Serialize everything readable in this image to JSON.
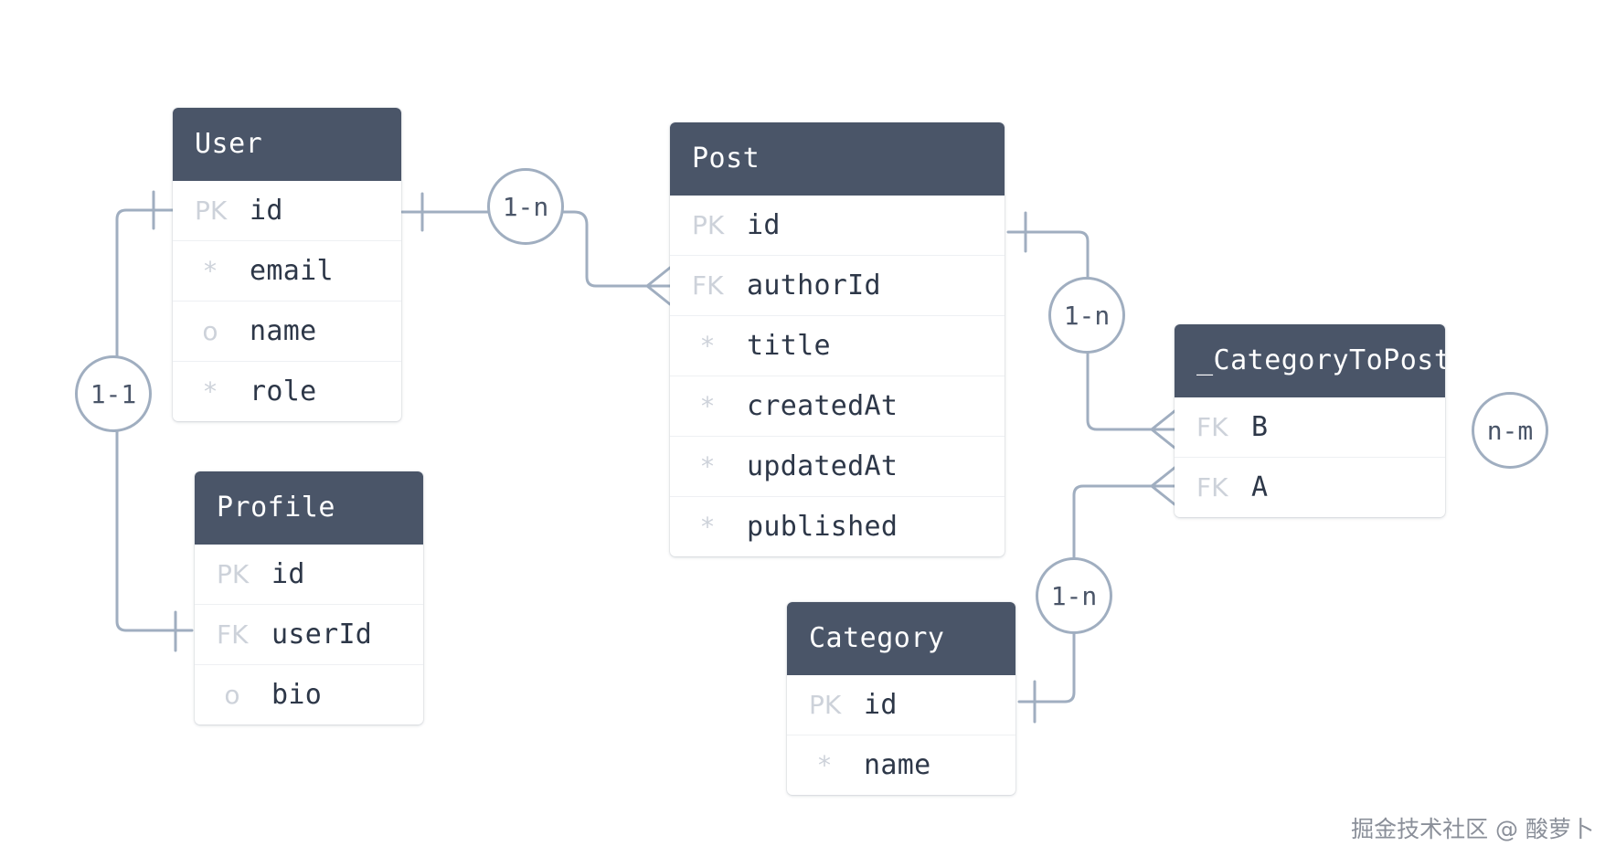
{
  "tables": {
    "user": {
      "name": "User",
      "rows": [
        {
          "key": "PK",
          "field": "id"
        },
        {
          "key": "*",
          "field": "email"
        },
        {
          "key": "o",
          "field": "name"
        },
        {
          "key": "*",
          "field": "role"
        }
      ]
    },
    "profile": {
      "name": "Profile",
      "rows": [
        {
          "key": "PK",
          "field": "id"
        },
        {
          "key": "FK",
          "field": "userId"
        },
        {
          "key": "o",
          "field": "bio"
        }
      ]
    },
    "post": {
      "name": "Post",
      "rows": [
        {
          "key": "PK",
          "field": "id"
        },
        {
          "key": "FK",
          "field": "authorId"
        },
        {
          "key": "*",
          "field": "title"
        },
        {
          "key": "*",
          "field": "createdAt"
        },
        {
          "key": "*",
          "field": "updatedAt"
        },
        {
          "key": "*",
          "field": "published"
        }
      ]
    },
    "category": {
      "name": "Category",
      "rows": [
        {
          "key": "PK",
          "field": "id"
        },
        {
          "key": "*",
          "field": "name"
        }
      ]
    },
    "category_to_post": {
      "name": "_CategoryToPost",
      "rows": [
        {
          "key": "FK",
          "field": "B"
        },
        {
          "key": "FK",
          "field": "A"
        }
      ]
    }
  },
  "relations": {
    "user_profile": "1-1",
    "user_post": "1-n",
    "post_link": "1-n",
    "category_link": "1-n",
    "many_to_many": "n-m"
  },
  "watermark": "掘金技术社区 @ 酸萝卜",
  "colors": {
    "header": "#4a5568",
    "connector": "#a0aec0",
    "key_text": "#cdd2da",
    "field_text": "#2d3748"
  }
}
